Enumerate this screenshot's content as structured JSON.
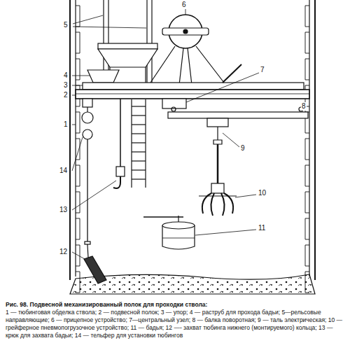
{
  "diagram": {
    "caption": "Рис. 98. Подвесной механизированный полок для проходки ствола:",
    "labels": [
      "5",
      "6",
      "4",
      "3",
      "2",
      "1",
      "7",
      "8",
      "9",
      "14",
      "13",
      "10",
      "11",
      "12",
      "1 — тюбинговая обделка ствола;",
      "2 — подвесной полок;",
      "3 — упор;",
      "4 — раструб для прохода бадьи;",
      "5—рельсовые направляющие;",
      "6 — прицепное устройство;",
      "7—центральный узел;",
      "8 — балка поворотная;",
      "9 — таль электрическая;",
      "10 — грейферное пневмопогрузочное устройство;",
      "11 — бадья;",
      "12 —- захват тюбинга нижнего (монтируемого) кольца;",
      "13 — крюк для захвата бадьи;",
      "14 — тельфер для установки тюбингов"
    ]
  }
}
